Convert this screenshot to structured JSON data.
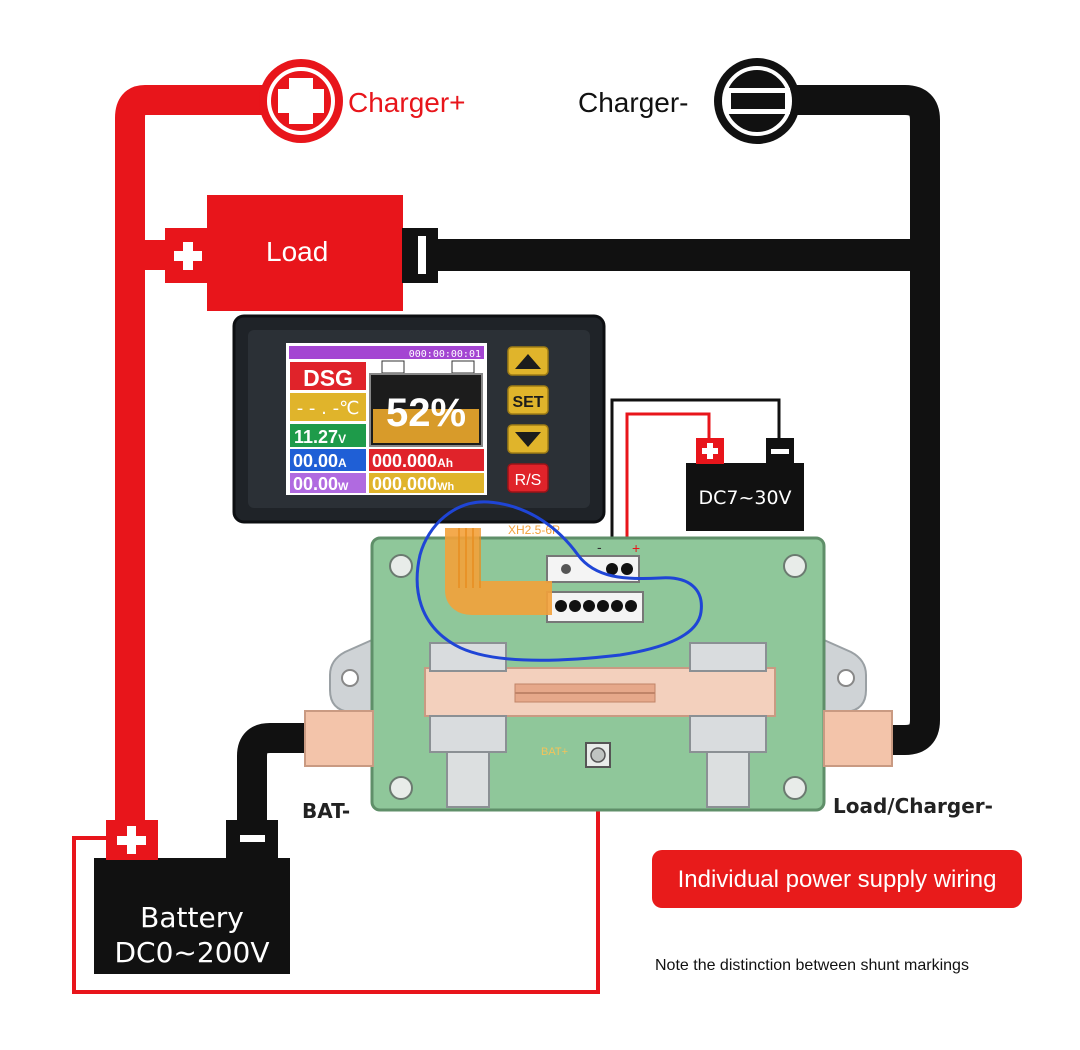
{
  "labels": {
    "charger_pos": "Charger+",
    "charger_neg": "Charger-",
    "load": "Load",
    "bat_neg": "BAT-",
    "load_charger_neg": "Load/Charger-",
    "battery_line1": "Battery",
    "battery_line2": "DC0~200V",
    "supply_box": "DC7~30V",
    "callout": "Individual power supply wiring",
    "note": "Note the distinction between shunt markings",
    "connector": "XH2.5-6P",
    "bat_pos_mark": "BAT+",
    "plus_sign": "+",
    "minus_sign": "-"
  },
  "meter": {
    "timer": "000:00:00:01",
    "mode": "DSG",
    "temperature": "- - . -℃",
    "voltage": "11.27",
    "voltage_unit": "V",
    "current": "00.00",
    "current_unit": "A",
    "power": "00.00",
    "power_unit": "W",
    "capacity": "000.000",
    "capacity_unit": "Ah",
    "energy": "000.000",
    "energy_unit": "Wh",
    "percent": "52%",
    "btn_set": "SET",
    "btn_rs": "R/S"
  },
  "colors": {
    "wire_red": "#e8151b",
    "wire_black": "#111111",
    "pcb_green": "#8fc79a",
    "callout_red": "#e81b1b",
    "annotation_blue": "#1f45d6",
    "ribbon_orange": "#f3a13a"
  }
}
